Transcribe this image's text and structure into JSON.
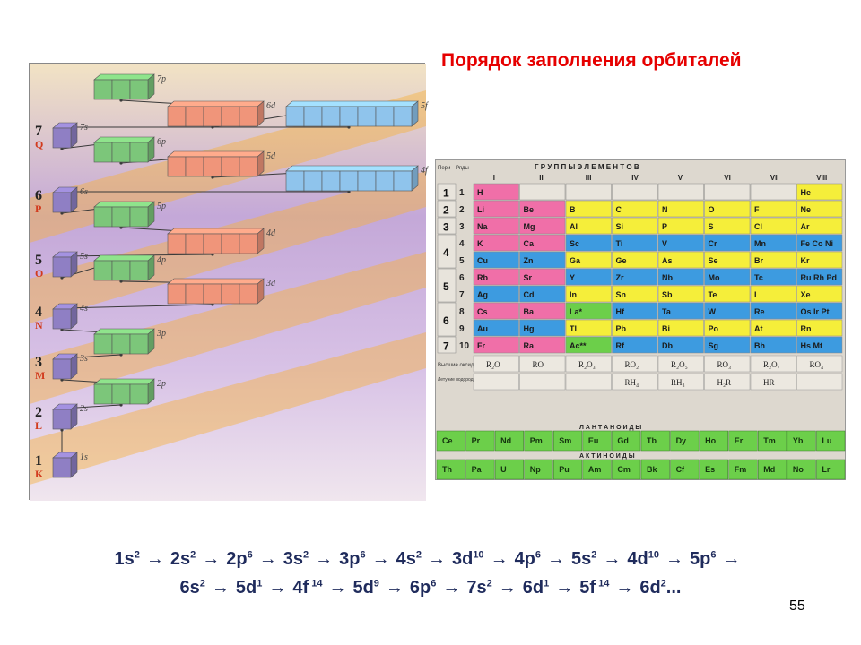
{
  "slide": {
    "title": "Порядок заполнения орбиталей",
    "page_number": "55"
  },
  "orbital_diagram": {
    "shells": [
      {
        "level": "1",
        "letter": "K"
      },
      {
        "level": "2",
        "letter": "L"
      },
      {
        "level": "3",
        "letter": "M"
      },
      {
        "level": "4",
        "letter": "N"
      },
      {
        "level": "5",
        "letter": "O"
      },
      {
        "level": "6",
        "letter": "P"
      },
      {
        "level": "7",
        "letter": "Q"
      }
    ],
    "sublevels": [
      {
        "label": "1s",
        "type": "s",
        "cells": 1
      },
      {
        "label": "2s",
        "type": "s",
        "cells": 1
      },
      {
        "label": "2p",
        "type": "p",
        "cells": 3
      },
      {
        "label": "3s",
        "type": "s",
        "cells": 1
      },
      {
        "label": "3p",
        "type": "p",
        "cells": 3
      },
      {
        "label": "3d",
        "type": "d",
        "cells": 5
      },
      {
        "label": "4s",
        "type": "s",
        "cells": 1
      },
      {
        "label": "4p",
        "type": "p",
        "cells": 3
      },
      {
        "label": "4d",
        "type": "d",
        "cells": 5
      },
      {
        "label": "4f",
        "type": "f",
        "cells": 7
      },
      {
        "label": "5s",
        "type": "s",
        "cells": 1
      },
      {
        "label": "5p",
        "type": "p",
        "cells": 3
      },
      {
        "label": "5d",
        "type": "d",
        "cells": 5
      },
      {
        "label": "5f",
        "type": "f",
        "cells": 7
      },
      {
        "label": "6s",
        "type": "s",
        "cells": 1
      },
      {
        "label": "6p",
        "type": "p",
        "cells": 3
      },
      {
        "label": "6d",
        "type": "d",
        "cells": 5
      },
      {
        "label": "7s",
        "type": "s",
        "cells": 1
      },
      {
        "label": "7p",
        "type": "p",
        "cells": 3
      }
    ],
    "colors": {
      "s": "#8f7fc4",
      "p": "#7cc67a",
      "d": "#f0957a",
      "f": "#8fc4ec"
    }
  },
  "periodic_table": {
    "header_left": "Пери-\nоды",
    "header_row": "Ряды",
    "header_groups": "Г Р У П П Ы   Э Л Е М Е Н Т О В",
    "group_labels": [
      "I",
      "II",
      "III",
      "IV",
      "V",
      "VI",
      "VII",
      "VIII"
    ],
    "periods": [
      "1",
      "2",
      "3",
      "4",
      "5",
      "6",
      "7"
    ],
    "rows": [
      "1",
      "2",
      "3",
      "4",
      "5",
      "6",
      "7",
      "8",
      "9",
      "10"
    ],
    "elements": [
      [
        "H",
        "",
        "",
        "",
        "",
        "",
        "",
        "He"
      ],
      [
        "Li",
        "Be",
        "B",
        "C",
        "N",
        "O",
        "F",
        "Ne"
      ],
      [
        "Na",
        "Mg",
        "Al",
        "Si",
        "P",
        "S",
        "Cl",
        "Ar"
      ],
      [
        "K",
        "Ca",
        "Sc",
        "Ti",
        "V",
        "Cr",
        "Mn",
        "Fe Co Ni"
      ],
      [
        "Cu",
        "Zn",
        "Ga",
        "Ge",
        "As",
        "Se",
        "Br",
        "Kr"
      ],
      [
        "Rb",
        "Sr",
        "Y",
        "Zr",
        "Nb",
        "Mo",
        "Tc",
        "Ru Rh Pd"
      ],
      [
        "Ag",
        "Cd",
        "In",
        "Sn",
        "Sb",
        "Te",
        "I",
        "Xe"
      ],
      [
        "Cs",
        "Ba",
        "La*",
        "Hf",
        "Ta",
        "W",
        "Re",
        "Os Ir Pt"
      ],
      [
        "Au",
        "Hg",
        "Tl",
        "Pb",
        "Bi",
        "Po",
        "At",
        "Rn"
      ],
      [
        "Fr",
        "Ra",
        "Ac**",
        "Rf",
        "Db",
        "Sg",
        "Bh",
        "Hs Mt"
      ]
    ],
    "oxides_label": "Высшие оксиды",
    "oxides": [
      "R₂O",
      "RO",
      "R₂O₃",
      "RO₂",
      "R₂O₅",
      "RO₃",
      "R₂O₇",
      "RO₄"
    ],
    "hydrides_label": "Летучие водородные соединения",
    "hydrides": [
      "",
      "",
      "",
      "RH₄",
      "RH₃",
      "H₂R",
      "HR",
      ""
    ],
    "lanthanides_label": "Л А Н Т А Н О И Д Ы",
    "lanthanides": [
      "Ce",
      "Pr",
      "Nd",
      "Pm",
      "Sm",
      "Eu",
      "Gd",
      "Tb",
      "Dy",
      "Ho",
      "Er",
      "Tm",
      "Yb",
      "Lu"
    ],
    "actinides_label": "А К Т И Н О И Д Ы",
    "actinides": [
      "Th",
      "Pa",
      "U",
      "Np",
      "Pu",
      "Am",
      "Cm",
      "Bk",
      "Cf",
      "Es",
      "Fm",
      "Md",
      "No",
      "Lr"
    ],
    "colors": {
      "s": "#f06fa8",
      "p": "#f5ee3a",
      "d": "#3d9be0",
      "f": "#6ccf4a"
    }
  },
  "sequence": {
    "line1": [
      {
        "orb": "1s",
        "n": "2"
      },
      {
        "orb": "2s",
        "n": "2"
      },
      {
        "orb": "2p",
        "n": "6"
      },
      {
        "orb": "3s",
        "n": "2"
      },
      {
        "orb": "3p",
        "n": "6"
      },
      {
        "orb": "4s",
        "n": "2"
      },
      {
        "orb": "3d",
        "n": "10"
      },
      {
        "orb": "4p",
        "n": "6"
      },
      {
        "orb": "5s",
        "n": "2"
      },
      {
        "orb": "4d",
        "n": "10"
      },
      {
        "orb": "5p",
        "n": "6"
      }
    ],
    "line2": [
      {
        "orb": "6s",
        "n": "2"
      },
      {
        "orb": "5d",
        "n": "1"
      },
      {
        "orb": "4f",
        "n": " 14"
      },
      {
        "orb": "5d",
        "n": "9"
      },
      {
        "orb": "6p",
        "n": "6"
      },
      {
        "orb": "7s",
        "n": "2"
      },
      {
        "orb": "6d",
        "n": "1"
      },
      {
        "orb": "5f",
        "n": " 14"
      },
      {
        "orb": "6d",
        "n": "2"
      }
    ],
    "arrow": "→",
    "ending": "..."
  }
}
